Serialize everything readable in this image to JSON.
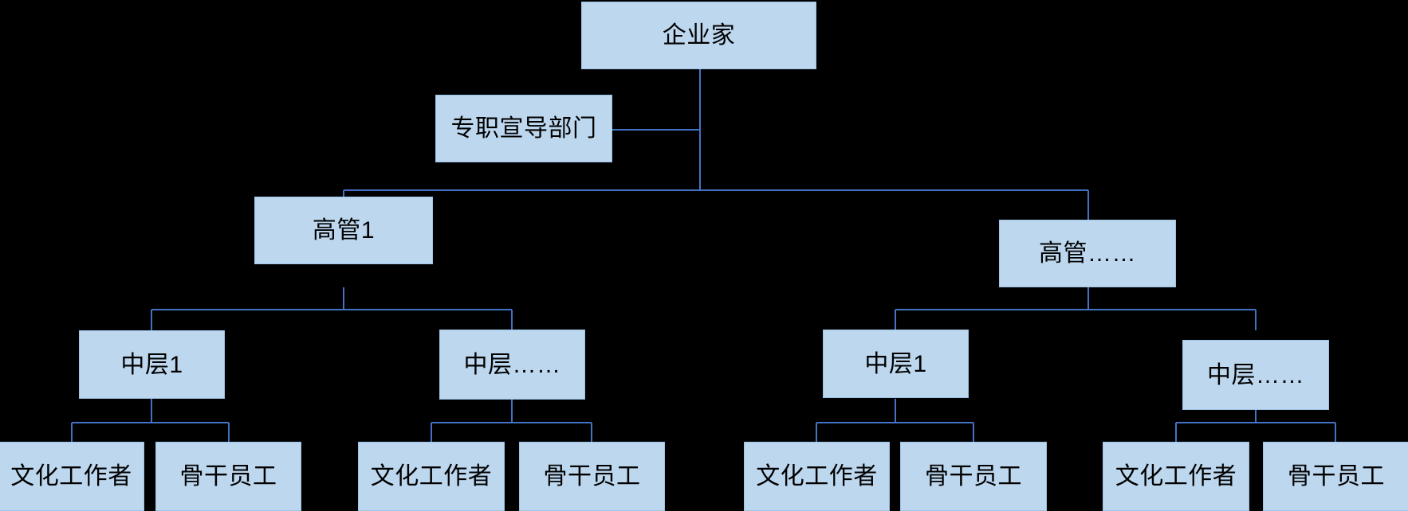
{
  "diagram": {
    "type": "org-chart",
    "title": "",
    "background_color": "#000000",
    "node_fill_color": "#bdd7ee",
    "node_border_color": "#9dc3e6",
    "connector_color": "#4472c4",
    "text_color": "#000000",
    "levels": [
      {
        "level": 1,
        "nodes": [
          {
            "id": "entrepreneur",
            "label": "企业家"
          }
        ]
      },
      {
        "level": 2,
        "nodes": [
          {
            "id": "dedicated-dept",
            "label": "专职宣导部门"
          }
        ]
      },
      {
        "level": 3,
        "nodes": [
          {
            "id": "exec-1",
            "label": "高管1"
          },
          {
            "id": "exec-n",
            "label": "高管……"
          }
        ]
      },
      {
        "level": 4,
        "nodes": [
          {
            "id": "mid-1a",
            "label": "中层1"
          },
          {
            "id": "mid-1n",
            "label": "中层……"
          },
          {
            "id": "mid-2a",
            "label": "中层1"
          },
          {
            "id": "mid-2n",
            "label": "中层……"
          }
        ]
      },
      {
        "level": 5,
        "nodes": [
          {
            "id": "culture-worker-1",
            "label": "文化工作者"
          },
          {
            "id": "core-staff-1",
            "label": "骨干员工"
          },
          {
            "id": "culture-worker-2",
            "label": "文化工作者"
          },
          {
            "id": "core-staff-2",
            "label": "骨干员工"
          },
          {
            "id": "culture-worker-3",
            "label": "文化工作者"
          },
          {
            "id": "core-staff-3",
            "label": "骨干员工"
          },
          {
            "id": "culture-worker-4",
            "label": "文化工作者"
          },
          {
            "id": "core-staff-4",
            "label": "骨干员工"
          }
        ]
      }
    ]
  }
}
